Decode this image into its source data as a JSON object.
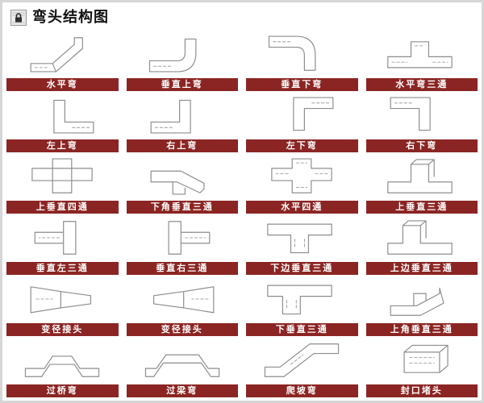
{
  "header": {
    "title": "弯头结构图",
    "icon": "lock-icon"
  },
  "colors": {
    "banner": "#8b2523",
    "line": "#8d8d8d",
    "border": "#d6d6d6"
  },
  "items": [
    {
      "label": "水平弯",
      "shape": "elbow-flat"
    },
    {
      "label": "垂直上弯",
      "shape": "elbow-up"
    },
    {
      "label": "垂直下弯",
      "shape": "elbow-down"
    },
    {
      "label": "水平弯三通",
      "shape": "tee-flat"
    },
    {
      "label": "左上弯",
      "shape": "bend-left-up"
    },
    {
      "label": "右上弯",
      "shape": "bend-right-up"
    },
    {
      "label": "左下弯",
      "shape": "bend-left-down"
    },
    {
      "label": "右下弯",
      "shape": "bend-right-down"
    },
    {
      "label": "上垂直四通",
      "shape": "cross-up"
    },
    {
      "label": "下角垂直三通",
      "shape": "tee-corner-down"
    },
    {
      "label": "水平四通",
      "shape": "cross-flat"
    },
    {
      "label": "上垂直三通",
      "shape": "tee-up-a"
    },
    {
      "label": "垂直左三通",
      "shape": "tee-left"
    },
    {
      "label": "垂直右三通",
      "shape": "tee-right"
    },
    {
      "label": "下边垂直三通",
      "shape": "tee-down-a"
    },
    {
      "label": "上边垂直三通",
      "shape": "tee-up-b"
    },
    {
      "label": "变径接头",
      "shape": "reducer"
    },
    {
      "label": "变径接头",
      "shape": "reducer-2"
    },
    {
      "label": "下垂直三通",
      "shape": "tee-down-b"
    },
    {
      "label": "上角垂直三通",
      "shape": "tee-corner-up"
    },
    {
      "label": "过桥弯",
      "shape": "bridge"
    },
    {
      "label": "过梁弯",
      "shape": "beam-bridge"
    },
    {
      "label": "爬坡弯",
      "shape": "slope"
    },
    {
      "label": "封口堵头",
      "shape": "end-cap"
    }
  ]
}
